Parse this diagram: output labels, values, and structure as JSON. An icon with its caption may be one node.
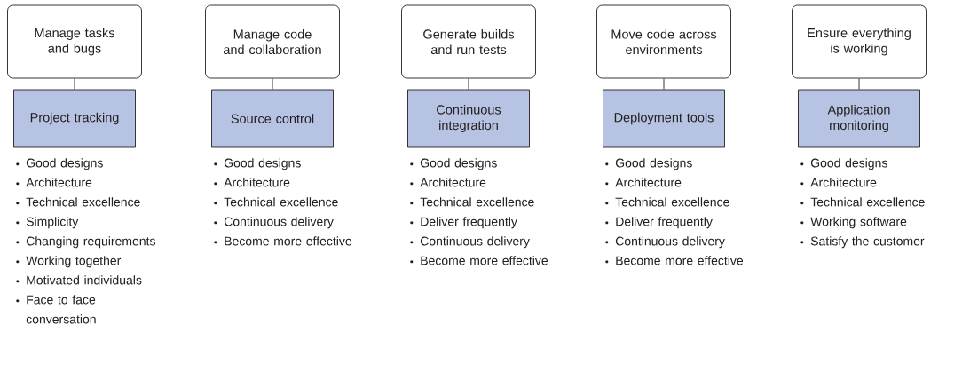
{
  "diagram": {
    "nodes": [
      {
        "text": [
          "Manage tasks and bugs"
        ]
      },
      {
        "text": [
          "Project tracking"
        ],
        "beside": [
          "Good designs",
          "Architecture",
          "Technical excellence",
          "Simplicity",
          "Changing requirements",
          "Working together",
          "Motivated individuals",
          "Face to face conversation"
        ]
      },
      {
        "text": [
          "Manage code and collaboration"
        ]
      },
      {
        "text": [
          "Source control"
        ],
        "beside": [
          "Good designs",
          "Architecture",
          "Technical excellence",
          "Continuous delivery",
          "Become more effective"
        ]
      },
      {
        "text": [
          "Generate builds and run tests"
        ]
      },
      {
        "text": [
          "Continuous integration"
        ],
        "beside": [
          "Good designs",
          "Architecture",
          "Technical excellence",
          "Deliver frequently",
          "Continuous delivery",
          "Become more effective"
        ]
      },
      {
        "text": [
          "Move code across environments"
        ]
      },
      {
        "text": [
          "Deployment tools"
        ],
        "beside": [
          "Good designs",
          "Architecture",
          "Technical excellence",
          "Deliver frequently",
          "Continuous delivery",
          "Become more effective"
        ]
      },
      {
        "text": [
          "Ensure everything is working"
        ]
      },
      {
        "text": [
          "Application monitoring"
        ],
        "beside": [
          "Good designs",
          "Architecture",
          "Technical excellence",
          "Working software",
          "Satisfy the customer"
        ]
      }
    ],
    "edges": [
      {
        "from": 0,
        "to": 1,
        "arrow": "none"
      },
      {
        "from": 2,
        "to": 3,
        "arrow": "none"
      },
      {
        "from": 4,
        "to": 5,
        "arrow": "none"
      },
      {
        "from": 6,
        "to": 7,
        "arrow": "none"
      },
      {
        "from": 8,
        "to": 9,
        "arrow": "none"
      }
    ]
  }
}
